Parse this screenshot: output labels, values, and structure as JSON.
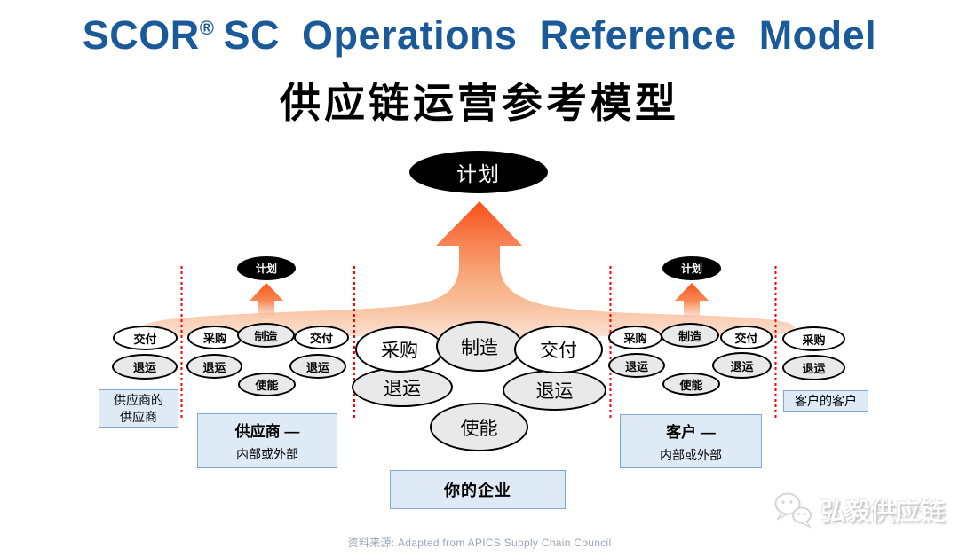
{
  "title": {
    "en_main": "SCOR",
    "en_reg": "®",
    "en_rest": "SC Operations Reference Model",
    "cn": "供应链运营参考模型"
  },
  "diagram": {
    "plan_center": "计划",
    "plan_supplier": "计划",
    "plan_customer": "计划",
    "sections": {
      "suppliers_supplier": {
        "deliver": "交付",
        "return": "退运",
        "label_line1": "供应商的",
        "label_line2": "供应商"
      },
      "supplier": {
        "source": "采购",
        "make": "制造",
        "deliver": "交付",
        "return_left": "退运",
        "enable": "使能",
        "return_right": "退运",
        "box_title": "供应商 —",
        "box_sub": "内部或外部"
      },
      "your_company": {
        "source": "采购",
        "make": "制造",
        "deliver": "交付",
        "return_left": "退运",
        "return_right": "退运",
        "enable": "使能",
        "box_title": "你的企业"
      },
      "customer": {
        "source": "采购",
        "make": "制造",
        "deliver": "交付",
        "return_left": "退运",
        "enable": "使能",
        "return_right": "退运",
        "box_title": "客户 —",
        "box_sub": "内部或外部"
      },
      "customers_customer": {
        "source": "采购",
        "return": "退运",
        "label": "客户的客户"
      }
    }
  },
  "footer": {
    "source_text": "资料来源: Adapted from APICS Supply Chain Council"
  },
  "watermark": {
    "brand": "弘毅供应链"
  },
  "colors": {
    "title_blue": "#1B5A99",
    "arrow_orange": "#FA4E15",
    "arrow_fade": "#FBE3D6",
    "ellipse_gray": "#E9E9E9",
    "box_blue_fill": "#DEEAF6",
    "box_blue_border": "#7FA8D0",
    "divider_red": "#FF0000",
    "footer_gray": "#9BA5B4"
  }
}
